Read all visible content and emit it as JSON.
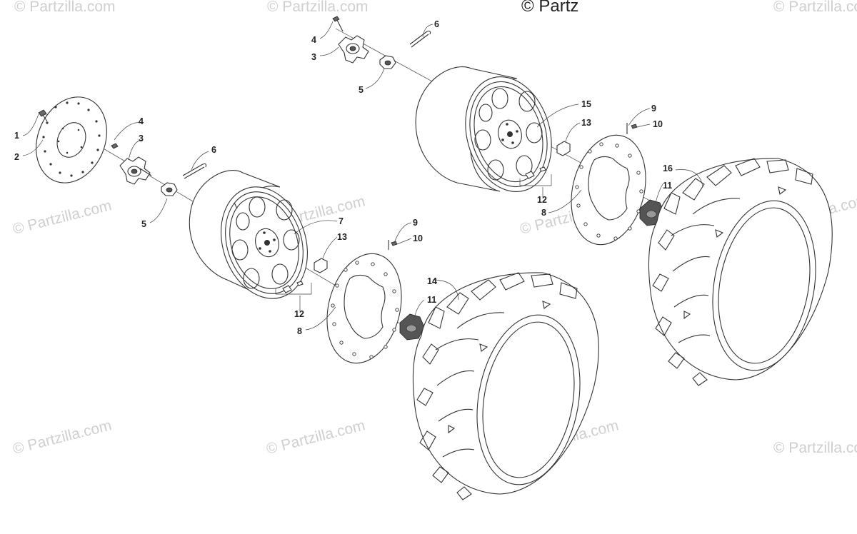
{
  "watermark": {
    "text": "© Partzilla.com",
    "copyright_text": "© Partz"
  },
  "callouts": {
    "rear_hub_bolt": "4",
    "rear_hub": "3",
    "rear_cotter_pin": "6",
    "rear_hub_nut": "5",
    "brake_disc_screw": "1",
    "brake_disc": "2",
    "front_hub_bolt": "4",
    "front_hub": "3",
    "front_cotter_pin": "6",
    "front_hub_nut": "5",
    "front_wheel": "7",
    "front_lug_nut": "13",
    "front_valve_stem": "12",
    "front_beadlock_ring": "8",
    "front_beadlock_screw": "9",
    "front_beadlock_washer": "10",
    "front_center_cap": "11",
    "front_tire": "14",
    "rear_wheel": "15",
    "rear_lug_nut": "13",
    "rear_valve_stem": "12",
    "rear_beadlock_ring": "8",
    "rear_beadlock_screw": "9",
    "rear_beadlock_washer": "10",
    "rear_center_cap": "11",
    "rear_tire": "16"
  }
}
